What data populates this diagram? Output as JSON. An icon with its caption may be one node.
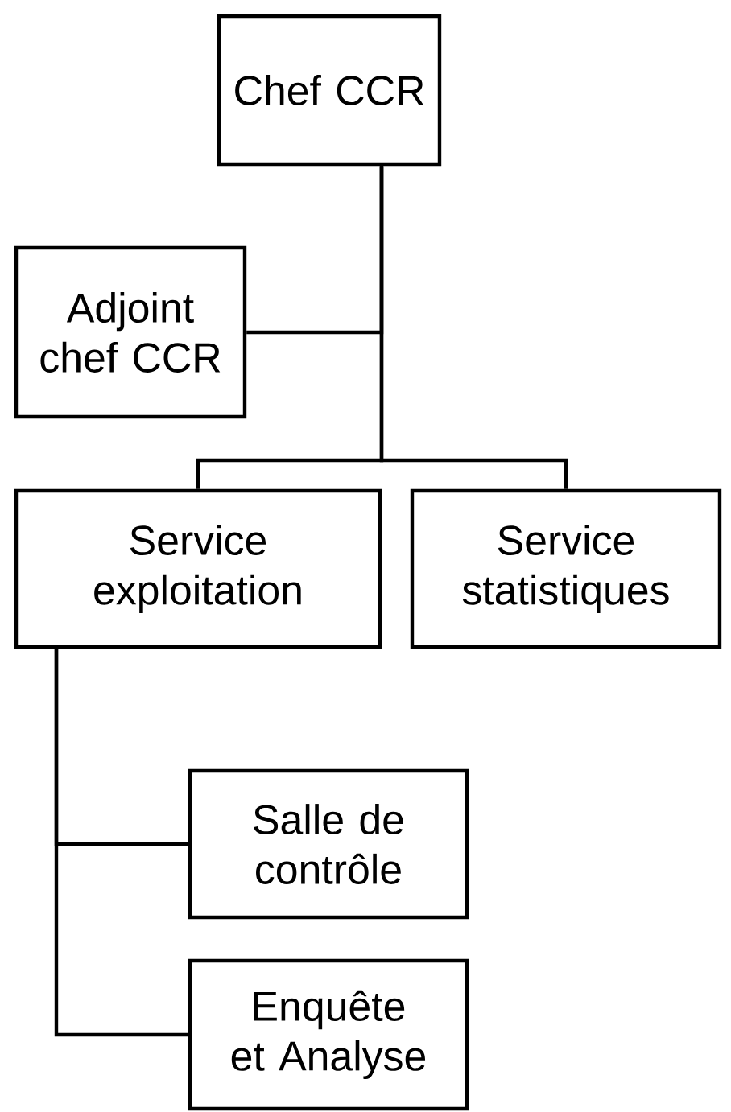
{
  "diagram": {
    "nodes": [
      {
        "text": [
          "Chef CCR"
        ]
      },
      {
        "text": [
          "Adjoint chef CCR"
        ]
      },
      {
        "text": [
          "Service exploitation"
        ]
      },
      {
        "text": [
          "Service statistiques"
        ]
      },
      {
        "text": [
          "Salle de contrôle"
        ]
      },
      {
        "text": [
          "Enquête et Analyse"
        ]
      }
    ],
    "edges": [
      {
        "from": 0,
        "to": 1,
        "arrow": "none"
      },
      {
        "from": 0,
        "to": 2,
        "arrow": "none"
      },
      {
        "from": 0,
        "to": 3,
        "arrow": "none"
      },
      {
        "from": 2,
        "to": 4,
        "arrow": "none"
      },
      {
        "from": 2,
        "to": 5,
        "arrow": "none"
      }
    ]
  }
}
